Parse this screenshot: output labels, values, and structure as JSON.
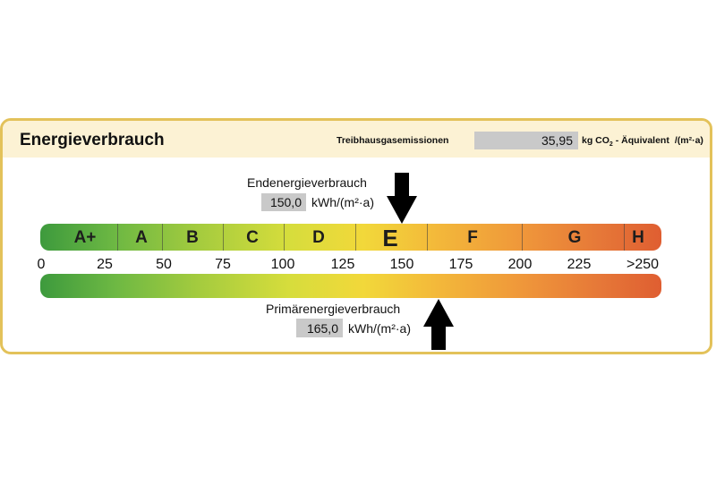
{
  "header": {
    "title": "Energieverbrauch",
    "emissions_label": "Treibhausgasemissionen",
    "emissions_value": "35,95",
    "emissions_unit_prefix": "kg CO",
    "emissions_unit_sub": "2",
    "emissions_unit_suffix": " - Äquivalent",
    "emissions_unit_per": "/(m²·a)"
  },
  "endenergie": {
    "label": "Endenergieverbrauch",
    "value": "150,0",
    "unit": "kWh/(m²·a)",
    "scale_value": 150
  },
  "primaerenergie": {
    "label": "Primärenergieverbrauch",
    "value": "165,0",
    "unit": "kWh/(m²·a)",
    "scale_value": 165
  },
  "scale": {
    "classes": [
      "A+",
      "A",
      "B",
      "C",
      "D",
      "E",
      "F",
      "G",
      "H"
    ],
    "ticks": [
      "0",
      "25",
      "50",
      "75",
      "100",
      "125",
      "150",
      "175",
      "200",
      "225",
      ">250"
    ]
  }
}
